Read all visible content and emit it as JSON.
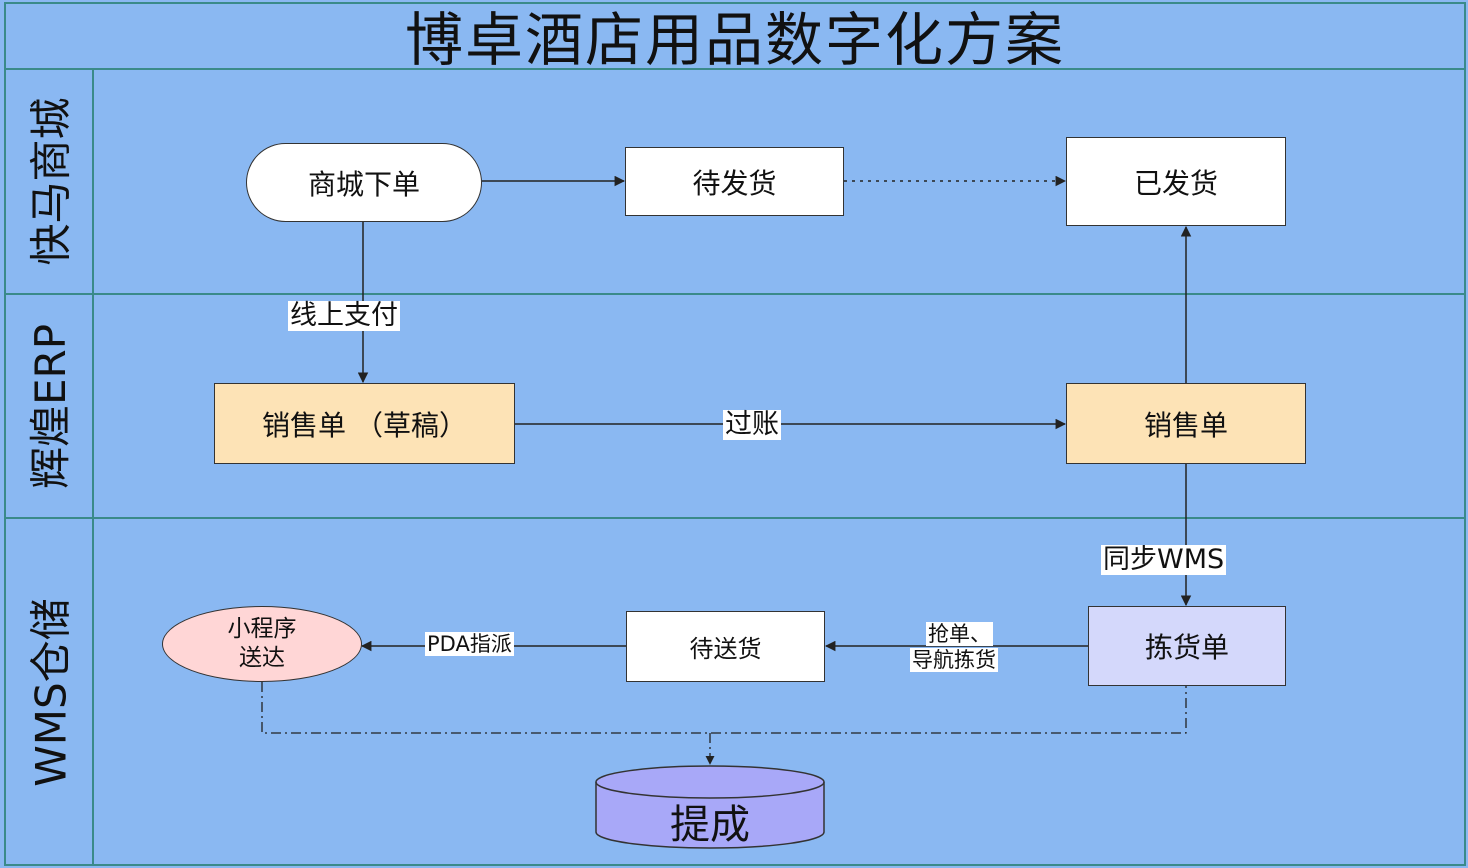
{
  "title": "博卓酒店用品数字化方案",
  "lanes": [
    {
      "label": "快马商城"
    },
    {
      "label": "辉煌ERP"
    },
    {
      "label": "WMS仓储"
    }
  ],
  "nodes": {
    "mall_order": "商城下单",
    "pending_ship": "待发货",
    "shipped": "已发货",
    "sales_draft": "销售单 （草稿）",
    "sales_order": "销售单",
    "pick_order": "拣货单",
    "pending_delivery": "待送货",
    "miniprogram_line1": "小程序",
    "miniprogram_line2": "送达",
    "commission": "提成"
  },
  "edges": {
    "online_pay": "线上支付",
    "post": "过账",
    "sync_wms": "同步WMS",
    "grab_line1": "抢单、",
    "grab_line2": "导航拣货",
    "pda_assign": "PDA指派"
  },
  "colors": {
    "background": "#8ab8f2",
    "lane_border": "#3a8a8a",
    "erp_node": "#fde3b6",
    "wms_node": "#d4d8fb",
    "delivery_node": "#ffd6d6",
    "commission_db": "#a8a8f8"
  }
}
